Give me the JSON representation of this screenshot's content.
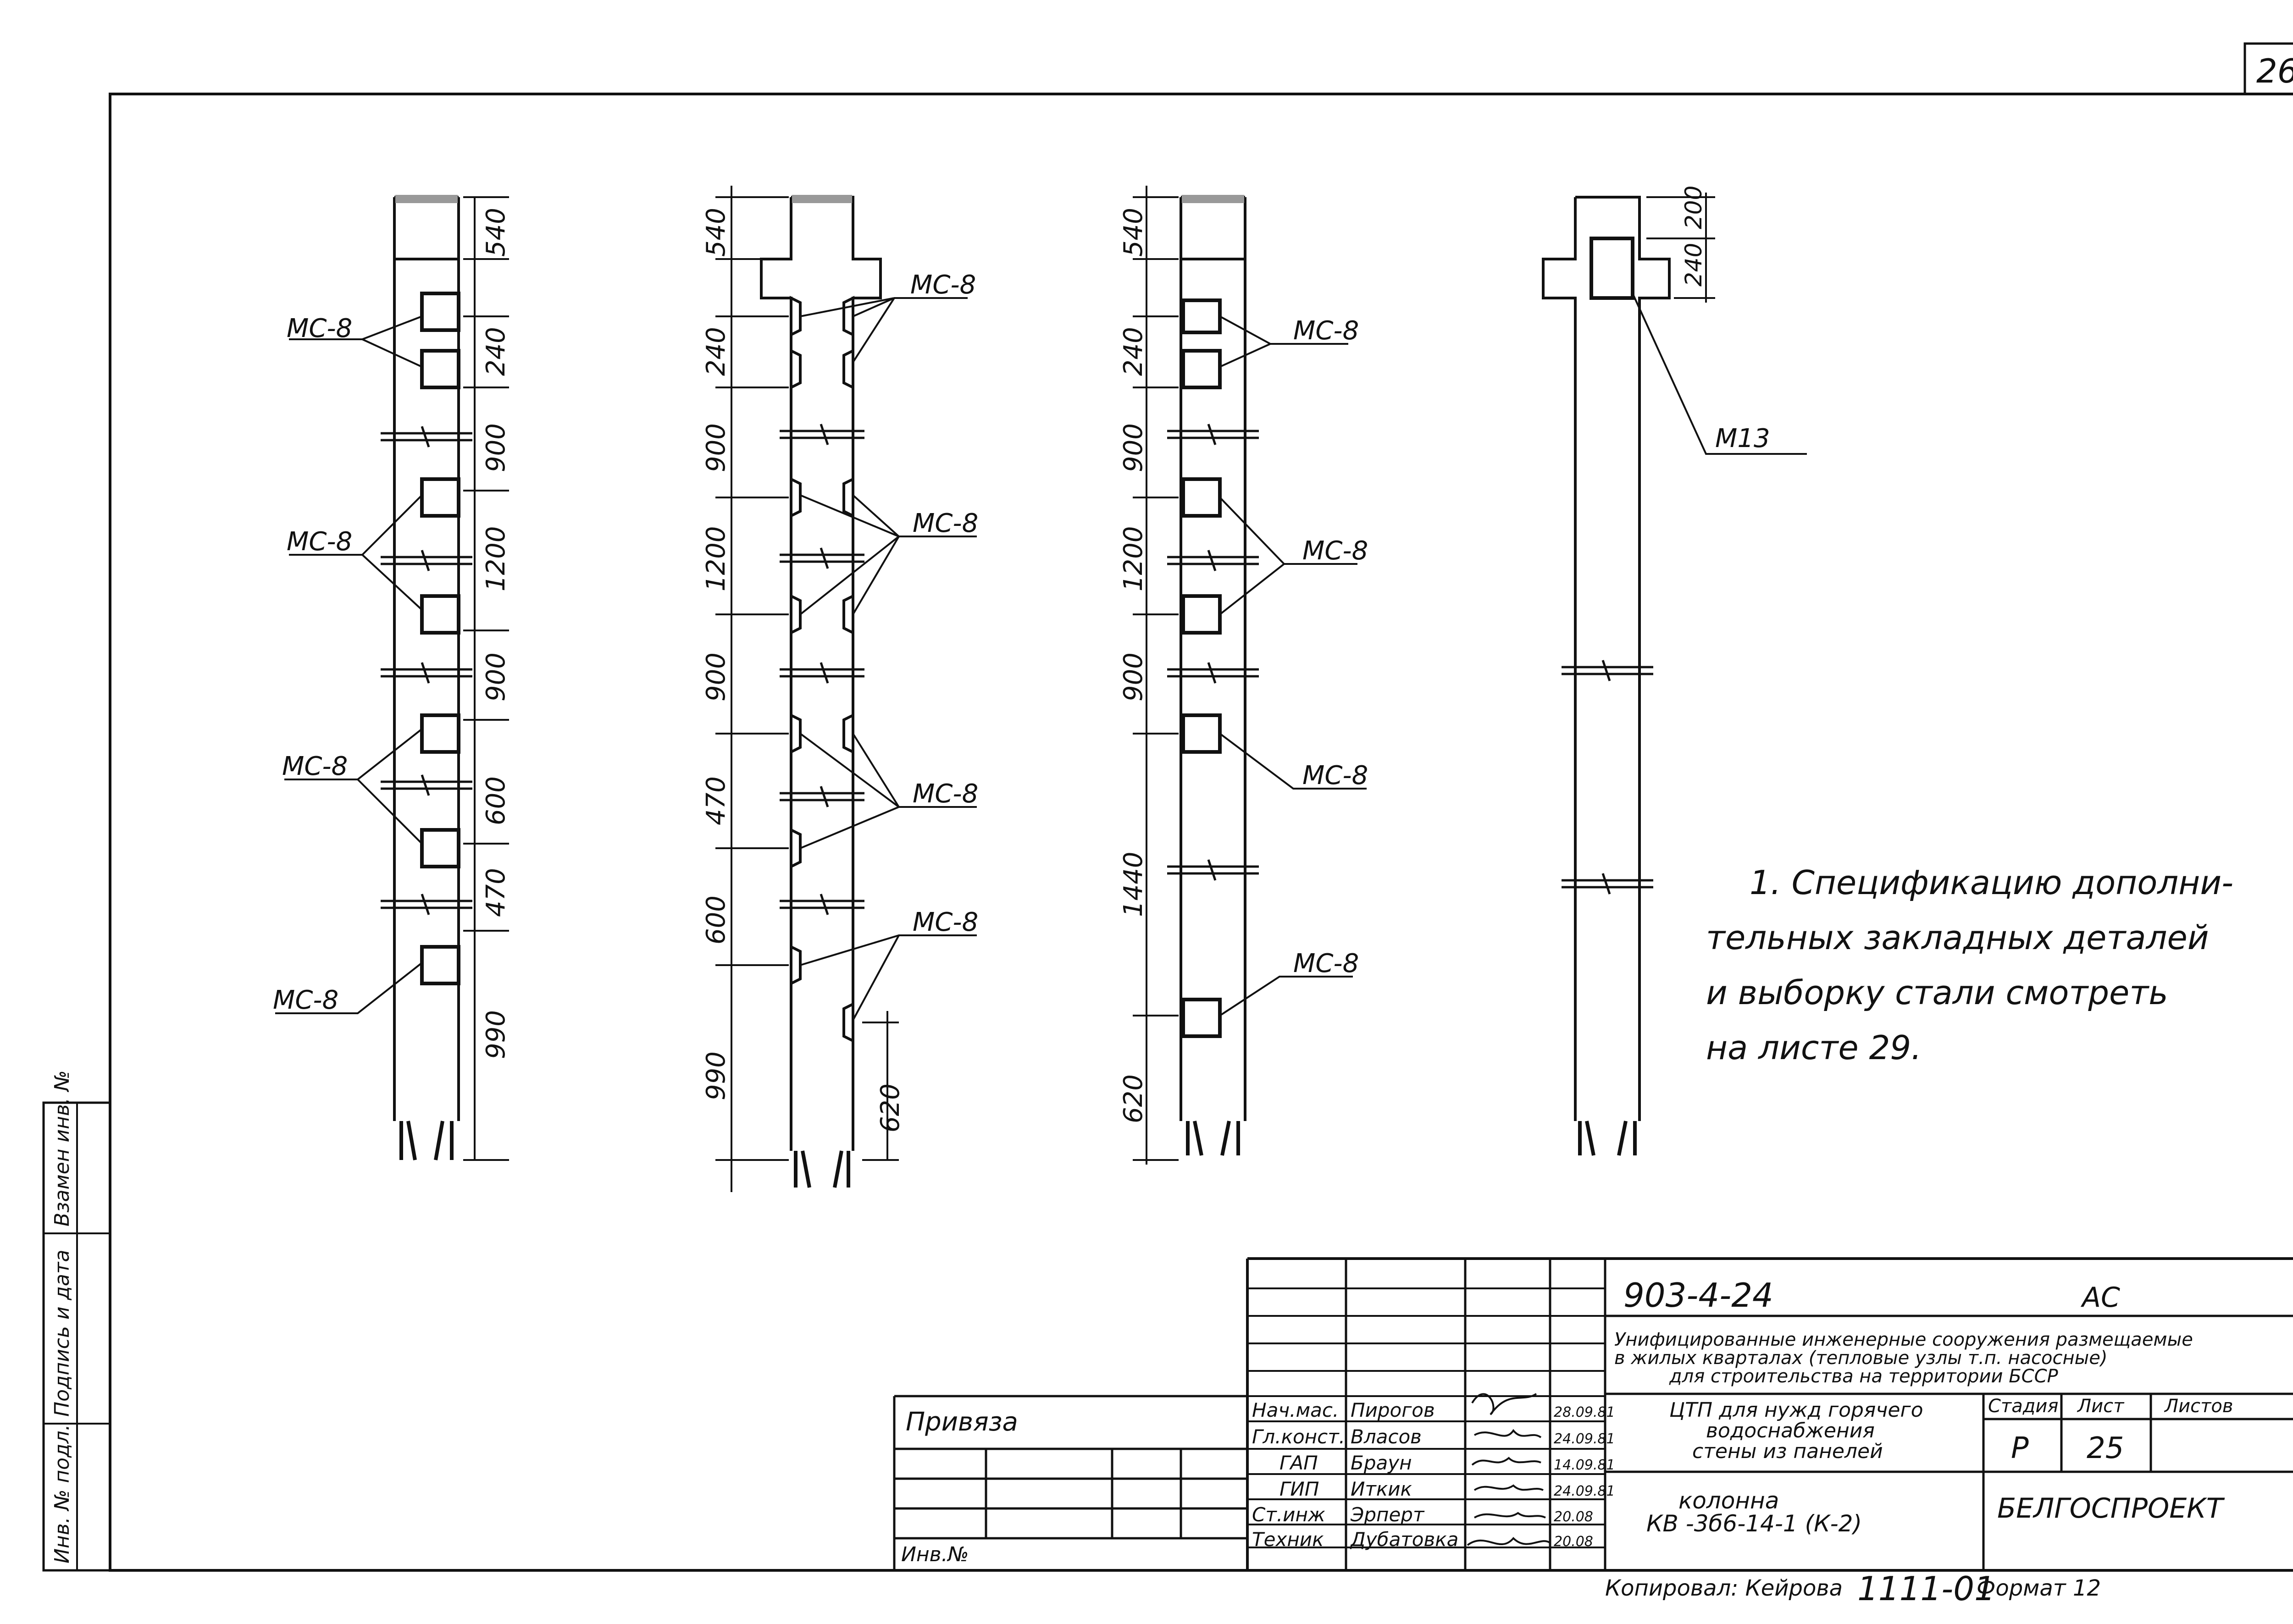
{
  "page_number": "26",
  "callouts": {
    "mc8": "МС-8",
    "m13": "М13"
  },
  "column1": {
    "dims": [
      "540",
      "240",
      "900",
      "1200",
      "900",
      "600",
      "470",
      "990"
    ]
  },
  "column2": {
    "dims": [
      "540",
      "240",
      "900",
      "1200",
      "900",
      "470",
      "600",
      "990"
    ],
    "side_dim": "620"
  },
  "column3": {
    "dims": [
      "540",
      "240",
      "900",
      "1200",
      "900",
      "1440",
      "620"
    ]
  },
  "column4": {
    "dims": [
      "200",
      "240"
    ]
  },
  "note": {
    "line1": "1. Спецификацию дополни-",
    "line2": "тельных закладных деталей",
    "line3": "и выборку стали смотреть",
    "line4": "на листе 29."
  },
  "left_strip": {
    "col1": "Инв. № подл.",
    "col2": "Подпись и дата",
    "col3": "Взамен инв. №"
  },
  "binding": {
    "privyazka": "Привяза",
    "inv": "Инв.№"
  },
  "title_block": {
    "code": "903-4-24",
    "mark": "АС",
    "desc1": "Унифицированные инженерные сооружения размещаемые",
    "desc2": "в жилых кварталах (тепловые узлы т.п. насосные)",
    "desc3": "для строительства на территории БССР",
    "sheet_title1": "ЦТП для нужд горячего",
    "sheet_title2": "водоснабжения",
    "sheet_title3": "стены из панелей",
    "element1": "колонна",
    "element2": "КВ -3б6-14-1 (К-2)",
    "stage_label": "Стадия",
    "sheet_label": "Лист",
    "sheets_label": "Листов",
    "stage": "Р",
    "sheet": "25",
    "org": "БЕЛГОСПРОЕКТ",
    "roles": [
      {
        "role": "Нач.мас.",
        "name": "Пирогов",
        "date": "28.09.81"
      },
      {
        "role": "Гл.конст.",
        "name": "Власов",
        "date": "24.09.81"
      },
      {
        "role": "ГАП",
        "name": "Браун",
        "date": "14.09.81"
      },
      {
        "role": "ГИП",
        "name": "Иткик",
        "date": "24.09.81"
      },
      {
        "role": "Ст.инж",
        "name": "Эрперт",
        "date": "20.08"
      },
      {
        "role": "Техник",
        "name": "Дубатовка",
        "date": "20.08"
      }
    ]
  },
  "footer": {
    "copied": "Копировал: Кейрова",
    "number": "1111-01",
    "format": "Формат 12"
  }
}
